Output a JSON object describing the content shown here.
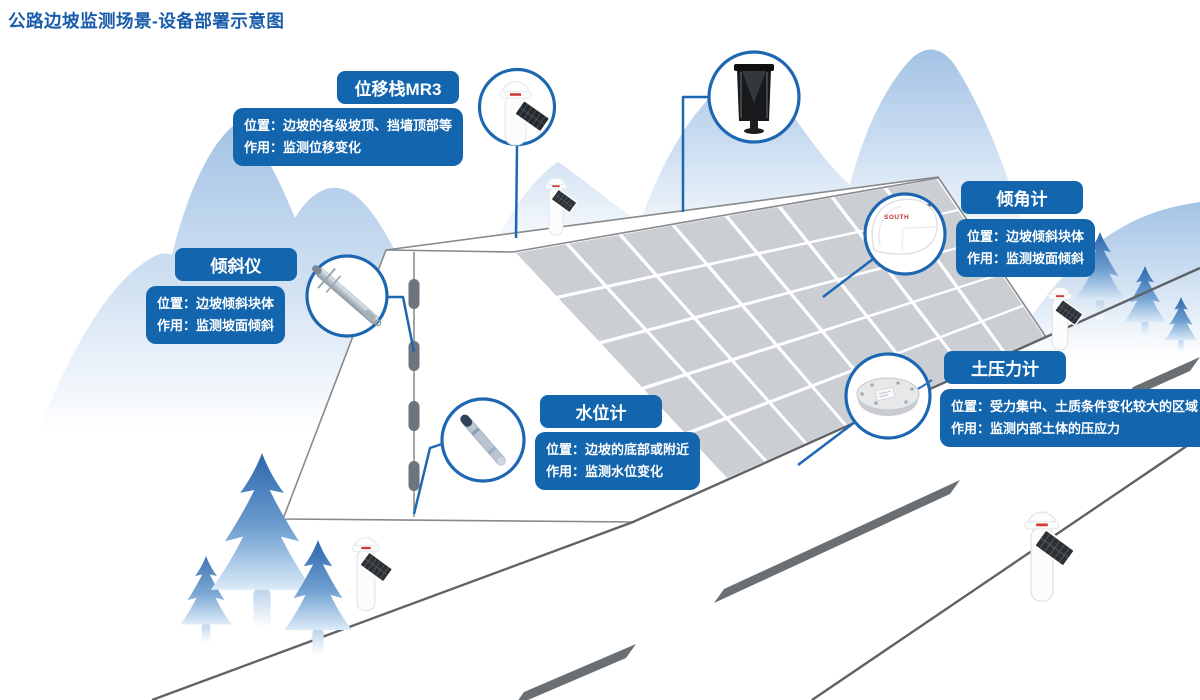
{
  "page_title": "公路边坡监测场景-设备部署示意图",
  "brand": "SOUTH",
  "colors": {
    "accent_blue": "#1365ae",
    "title_blue": "#1a5cab",
    "connector_blue": "#1d67b2",
    "scene_line_gray": "#63676b",
    "panel_gray": "#cbcfd4",
    "mountain_blue": "#a3c3e5",
    "tree_blue": "#2b66ac"
  },
  "callouts": [
    {
      "device": "displacement-station-mr3",
      "title": "位移栈MR3",
      "line1": "位置：边坡的各级坡顶、挡墙顶部等",
      "line2": "作用：监测位移变化"
    },
    {
      "device": "inclinometer",
      "title": "倾斜仪",
      "line1": "位置：边坡倾斜块体",
      "line2": "作用：监测坡面倾斜"
    },
    {
      "device": "tiltmeter",
      "title": "倾角计",
      "line1": "位置：边坡倾斜块体",
      "line2": "作用：监测坡面倾斜"
    },
    {
      "device": "water-level-gauge",
      "title": "水位计",
      "line1": "位置：边坡的底部或附近",
      "line2": "作用：监测水位变化"
    },
    {
      "device": "earth-pressure-cell",
      "title": "土压力计",
      "line1": "位置：受力集中、土质条件变化较大的区域",
      "line2": "作用：监测内部土体的压应力"
    }
  ],
  "scene_icons": [
    "gnss-displacement-station-icon",
    "rain-gauge-icon",
    "inclinometer-icon",
    "tiltmeter-icon",
    "water-level-probe-icon",
    "earth-pressure-cell-icon"
  ]
}
